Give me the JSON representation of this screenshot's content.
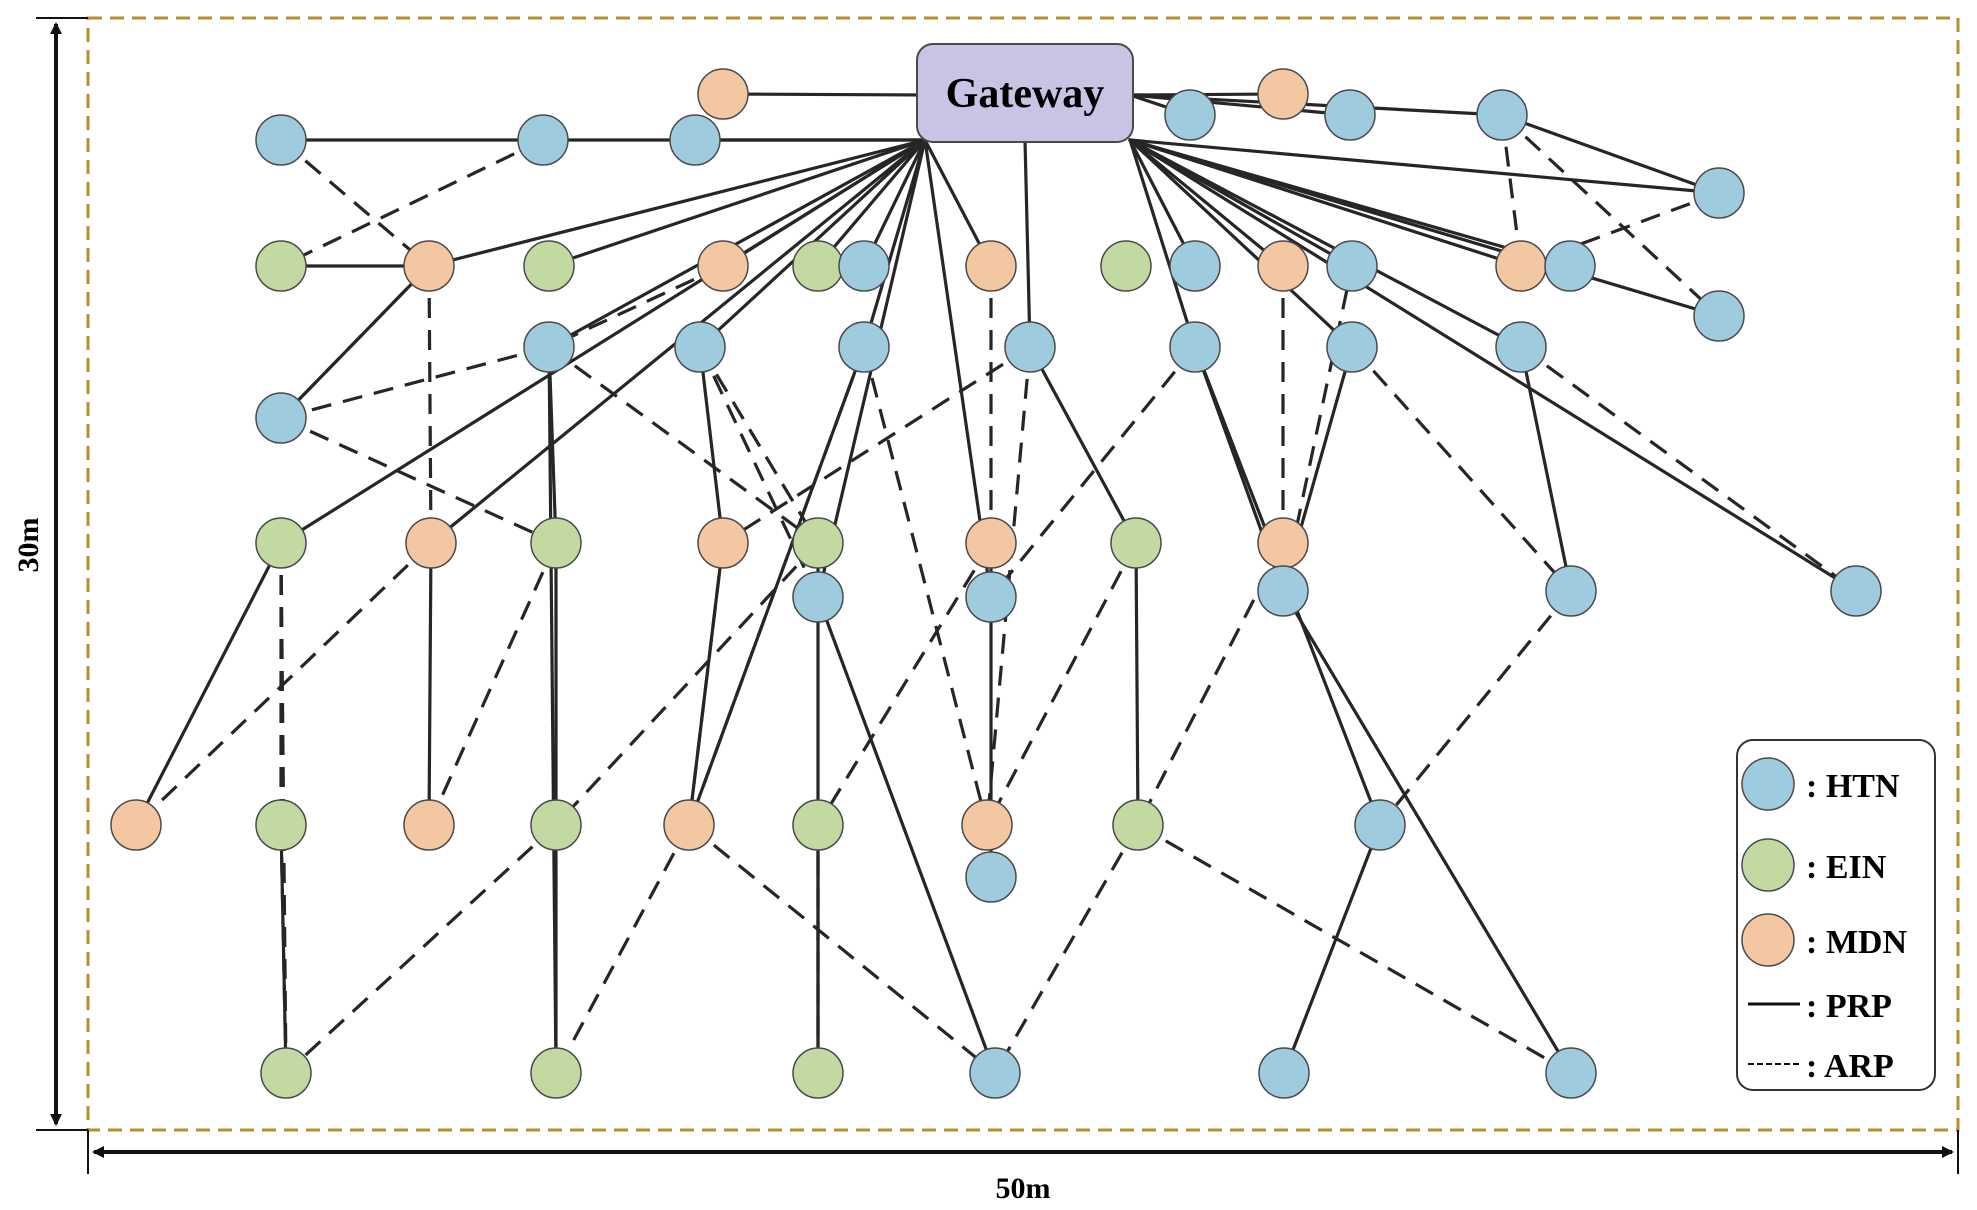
{
  "area": {
    "width_label": "50m",
    "height_label": "30m"
  },
  "gateway": {
    "label": "Gateway"
  },
  "colors": {
    "htn": "#9fcbdf",
    "ein": "#c3d9a2",
    "mdn": "#f4c7a3",
    "gateway": "#c9c3e4",
    "boundary": "#b3922d",
    "link": "#262626"
  },
  "legend": {
    "items": [
      {
        "key": "htn",
        "label": ": HTN"
      },
      {
        "key": "ein",
        "label": ": EIN"
      },
      {
        "key": "mdn",
        "label": ": MDN"
      },
      {
        "key": "prp",
        "label": ": PRP"
      },
      {
        "key": "arp",
        "label": ": ARP"
      }
    ]
  },
  "node_types": {
    "htn": "blue-circle-icon",
    "ein": "green-circle-icon",
    "mdn": "orange-circle-icon"
  }
}
